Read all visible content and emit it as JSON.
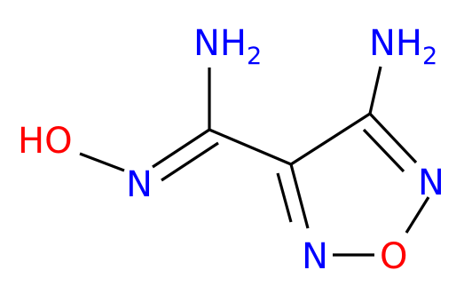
{
  "colors": {
    "background": "#ffffff",
    "bond": "#000000",
    "nitrogen": "#0000ff",
    "oxygen": "#ff0000"
  },
  "atoms": {
    "amidine_nh2": {
      "main": "NH",
      "sub": "2"
    },
    "ring_nh2": {
      "main": "NH",
      "sub": "2"
    },
    "hydroxyl_o": {
      "main": "HO"
    },
    "oxime_n": {
      "main": "N"
    },
    "ring_n_right": {
      "main": "N"
    },
    "ring_n_bottom": {
      "main": "N"
    },
    "ring_o": {
      "main": "O"
    }
  }
}
